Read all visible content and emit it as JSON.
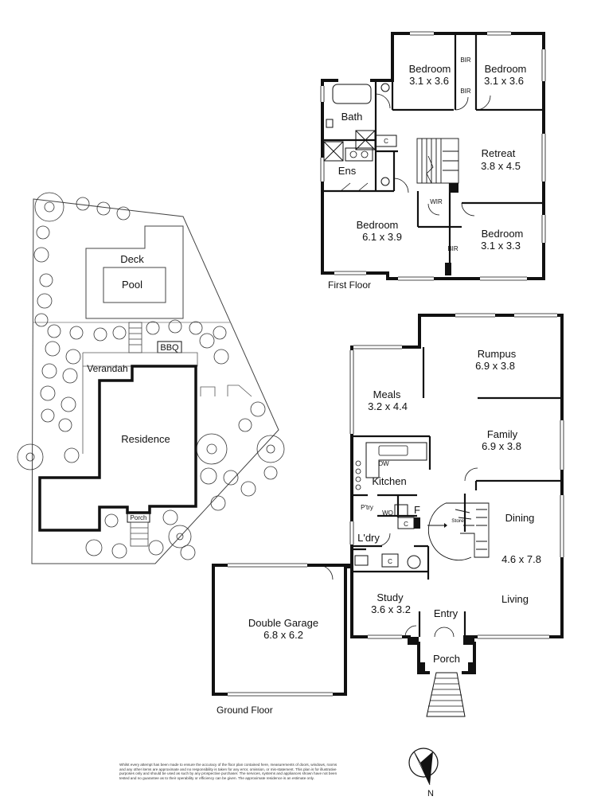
{
  "site": {
    "labels": {
      "deck": "Deck",
      "pool": "Pool",
      "bbq": "BBQ",
      "verandah": "Verandah",
      "residence": "Residence",
      "porch": "Porch"
    }
  },
  "first_floor": {
    "title": "First Floor",
    "rooms": [
      {
        "id": "bed-nw",
        "name": "Bedroom",
        "size": "3.1 x 3.6"
      },
      {
        "id": "bed-ne",
        "name": "Bedroom",
        "size": "3.1 x 3.6"
      },
      {
        "id": "retreat",
        "name": "Retreat",
        "size": "3.8 x 4.5"
      },
      {
        "id": "bed-main",
        "name": "Bedroom",
        "size": "6.1 x 3.9"
      },
      {
        "id": "bed-se",
        "name": "Bedroom",
        "size": "3.1 x 3.3"
      }
    ],
    "labels": {
      "bath": "Bath",
      "ens": "Ens",
      "wir": "WIR",
      "bir": "BIR",
      "c": "C"
    }
  },
  "ground_floor": {
    "title": "Ground Floor",
    "rooms": [
      {
        "id": "rumpus",
        "name": "Rumpus",
        "size": "6.9 x 3.8"
      },
      {
        "id": "meals",
        "name": "Meals",
        "size": "3.2 x 4.4"
      },
      {
        "id": "family",
        "name": "Family",
        "size": "6.9 x 3.8"
      },
      {
        "id": "garage",
        "name": "Double Garage",
        "size": "6.8 x 6.2"
      },
      {
        "id": "study",
        "name": "Study",
        "size": "3.6 x 3.2"
      }
    ],
    "labels": {
      "kitchen": "Kitchen",
      "dw": "DW",
      "ptry": "P'try",
      "wo": "WO",
      "f": "F",
      "c1": "C",
      "c2": "C",
      "ldry": "L'dry",
      "store": "Store",
      "dining": "Dining",
      "dining_size": "4.6 x 7.8",
      "living": "Living",
      "entry": "Entry",
      "porch": "Porch"
    }
  },
  "north": {
    "label": "N"
  },
  "disclaimer": "Whilst every attempt has been made to ensure the accuracy of the floor plan contained here, measurements of doors, windows, rooms and any other items are approximate and no responsibility is taken for any error, omission, or mis-statement. This plan is for illustrative purposes only and should be used as such by any prospective purchaser. The services, systems and appliances shown have not been tested and no guarantee as to their operability or efficiency can be given. The approximate residence is an estimate only."
}
